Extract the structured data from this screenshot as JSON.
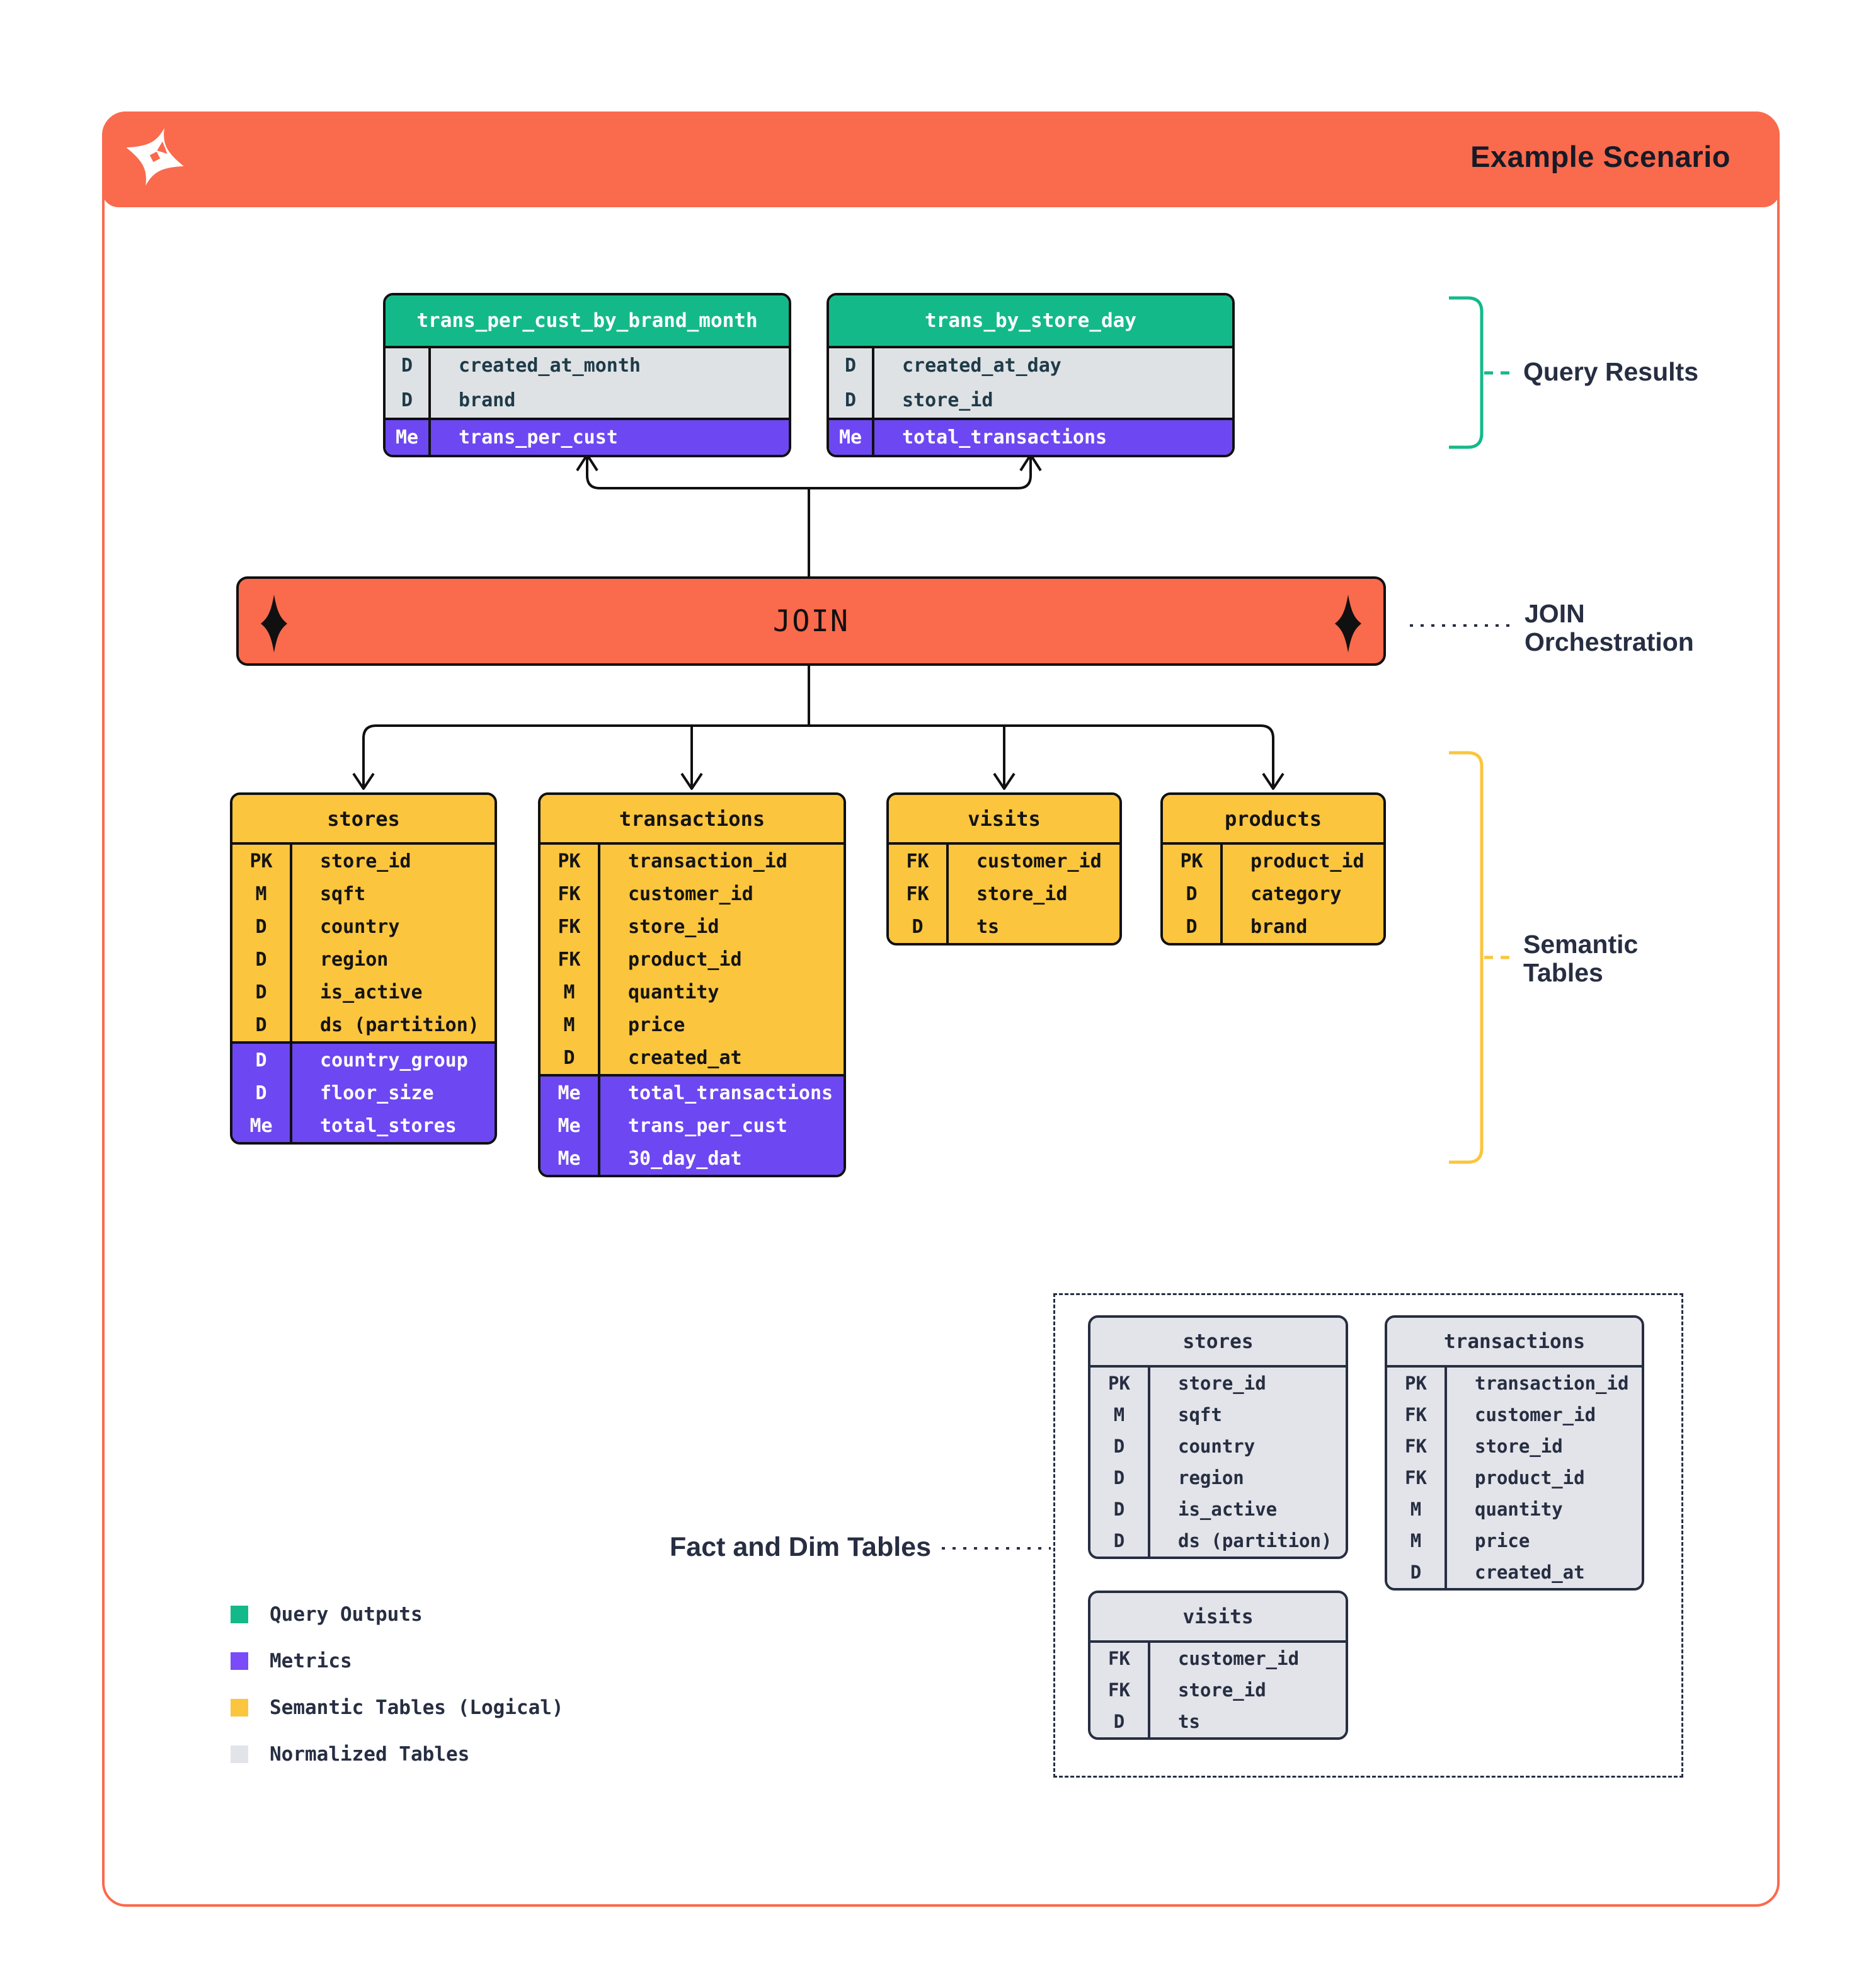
{
  "header": {
    "title": "Example Scenario",
    "logo": "dagster-logo"
  },
  "labels": {
    "query_results": "Query Results",
    "join_orchestration": "JOIN\nOrchestration",
    "semantic_tables": "Semantic\nTables",
    "fact_dim_tables": "Fact and Dim Tables"
  },
  "join": {
    "label": "JOIN"
  },
  "query_results": [
    {
      "name": "trans_per_cust_by_brand_month",
      "columns": [
        [
          "D",
          "created_at_month"
        ],
        [
          "D",
          "brand"
        ]
      ],
      "metrics": [
        [
          "Me",
          "trans_per_cust"
        ]
      ]
    },
    {
      "name": "trans_by_store_day",
      "columns": [
        [
          "D",
          "created_at_day"
        ],
        [
          "D",
          "store_id"
        ]
      ],
      "metrics": [
        [
          "Me",
          "total_transactions"
        ]
      ]
    }
  ],
  "semantic_tables": [
    {
      "name": "stores",
      "columns": [
        [
          "PK",
          "store_id"
        ],
        [
          "M",
          "sqft"
        ],
        [
          "D",
          "country"
        ],
        [
          "D",
          "region"
        ],
        [
          "D",
          "is_active"
        ],
        [
          "D",
          "ds (partition)"
        ]
      ],
      "metrics": [
        [
          "D",
          "country_group"
        ],
        [
          "D",
          "floor_size"
        ],
        [
          "Me",
          "total_stores"
        ]
      ]
    },
    {
      "name": "transactions",
      "columns": [
        [
          "PK",
          "transaction_id"
        ],
        [
          "FK",
          "customer_id"
        ],
        [
          "FK",
          "store_id"
        ],
        [
          "FK",
          "product_id"
        ],
        [
          "M",
          "quantity"
        ],
        [
          "M",
          "price"
        ],
        [
          "D",
          "created_at"
        ]
      ],
      "metrics": [
        [
          "Me",
          "total_transactions"
        ],
        [
          "Me",
          "trans_per_cust"
        ],
        [
          "Me",
          "30_day_dat"
        ]
      ]
    },
    {
      "name": "visits",
      "columns": [
        [
          "FK",
          "customer_id"
        ],
        [
          "FK",
          "store_id"
        ],
        [
          "D",
          "ts"
        ]
      ],
      "metrics": []
    },
    {
      "name": "products",
      "columns": [
        [
          "PK",
          "product_id"
        ],
        [
          "D",
          "category"
        ],
        [
          "D",
          "brand"
        ]
      ],
      "metrics": []
    }
  ],
  "normalized_tables": [
    {
      "name": "stores",
      "columns": [
        [
          "PK",
          "store_id"
        ],
        [
          "M",
          "sqft"
        ],
        [
          "D",
          "country"
        ],
        [
          "D",
          "region"
        ],
        [
          "D",
          "is_active"
        ],
        [
          "D",
          "ds (partition)"
        ]
      ],
      "metrics": []
    },
    {
      "name": "transactions",
      "columns": [
        [
          "PK",
          "transaction_id"
        ],
        [
          "FK",
          "customer_id"
        ],
        [
          "FK",
          "store_id"
        ],
        [
          "FK",
          "product_id"
        ],
        [
          "M",
          "quantity"
        ],
        [
          "M",
          "price"
        ],
        [
          "D",
          "created_at"
        ]
      ],
      "metrics": []
    },
    {
      "name": "visits",
      "columns": [
        [
          "FK",
          "customer_id"
        ],
        [
          "FK",
          "store_id"
        ],
        [
          "D",
          "ts"
        ]
      ],
      "metrics": []
    }
  ],
  "legend": {
    "items": [
      {
        "swatch": "#14B98A",
        "label": "Query Outputs"
      },
      {
        "swatch": "#7A4BF8",
        "label": "Metrics"
      },
      {
        "swatch": "#FBC53E",
        "label": "Semantic Tables (Logical)"
      },
      {
        "swatch": "#E2E4E9",
        "label": "Normalized Tables"
      }
    ]
  },
  "colors": {
    "accent_orange": "#FA6A4D",
    "green": "#14B98A",
    "purple": "#6D47F2",
    "yellow": "#FBC53E",
    "normalized_gray": "#E2E4E9",
    "navy": "#272E42"
  }
}
